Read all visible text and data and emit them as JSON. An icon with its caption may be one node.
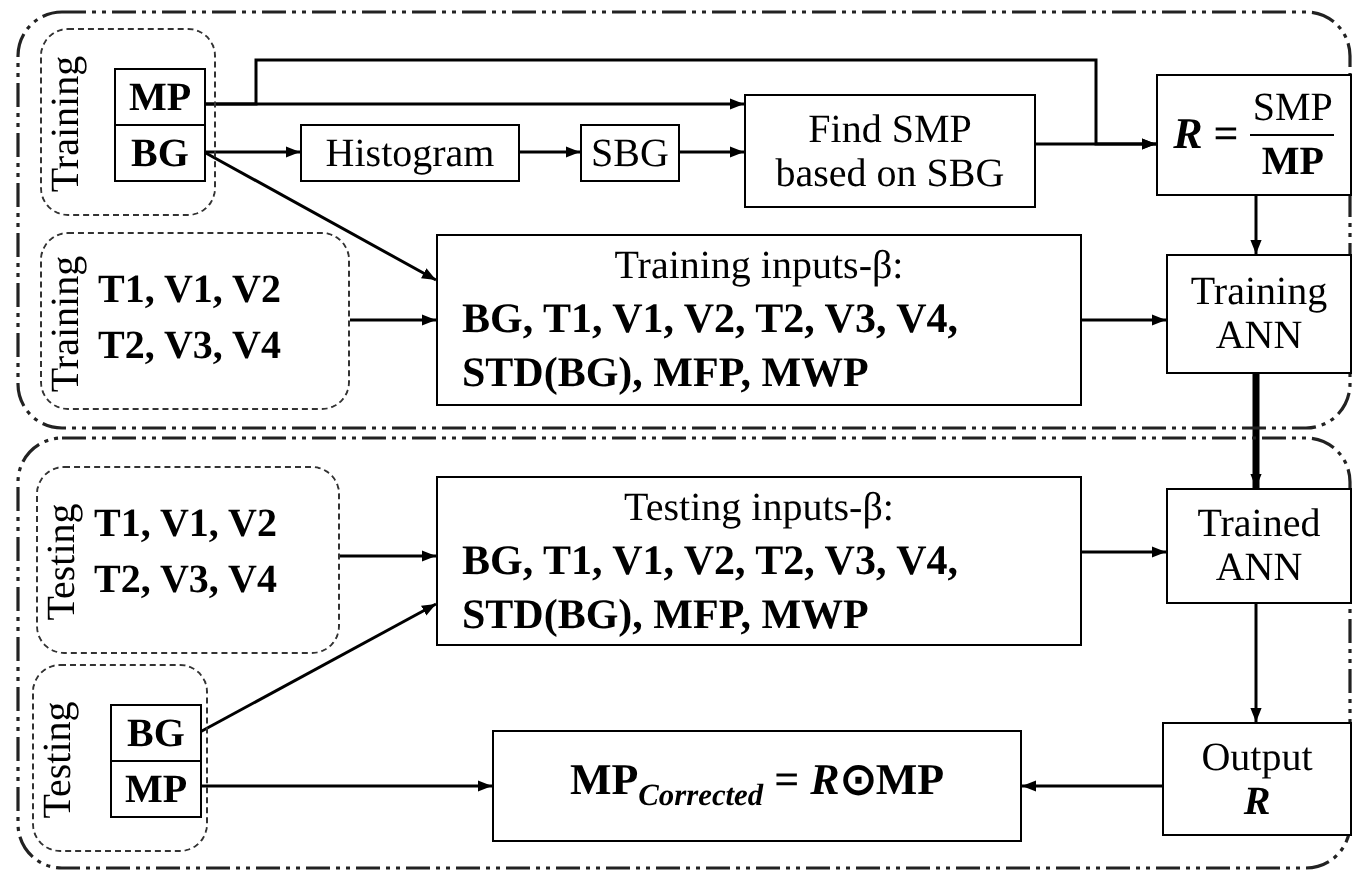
{
  "diagram": {
    "nodes": [
      {
        "text": [],
        "shape": "box"
      },
      {
        "text": [
          "Training"
        ],
        "in": 0
      },
      {
        "text": [
          "MP"
        ],
        "in": 1
      },
      {
        "text": [
          "BG"
        ],
        "in": 1
      },
      {
        "text": [
          "Histogram"
        ],
        "in": 0
      },
      {
        "text": [
          "SBG"
        ],
        "in": 0
      },
      {
        "text": [
          "Find SMP based on SBG"
        ],
        "in": 0
      },
      {
        "text": [
          "*R* =",
          "SMP",
          "MP"
        ],
        "in": 0
      },
      {
        "text": [
          "Training",
          "T1, V1, V2 T2, V3, V4"
        ],
        "in": 0
      },
      {
        "text": [
          "Training inputs-β:",
          "BG, T1, V1, V2, T2, V3, V4, STD(BG), MFP, MWP"
        ],
        "in": 0
      },
      {
        "text": [
          "Training ANN"
        ],
        "in": 0
      },
      {
        "text": [],
        "shape": "box"
      },
      {
        "text": [
          "Testing",
          "T1, V1, V2 T2, V3, V4"
        ],
        "in": 11
      },
      {
        "text": [
          "Testing inputs-β:",
          "BG, T1, V1, V2, T2, V3, V4, STD(BG), MFP, MWP"
        ],
        "in": 11
      },
      {
        "text": [
          "Trained ANN"
        ],
        "in": 11
      },
      {
        "text": [
          "Testing"
        ],
        "in": 11
      },
      {
        "text": [
          "BG"
        ],
        "in": 15
      },
      {
        "text": [
          "MP"
        ],
        "in": 15
      },
      {
        "text": [
          "MP$_{Corrected}$ = *R*⊙MP"
        ],
        "in": 11
      },
      {
        "text": [
          "Output",
          "R"
        ],
        "in": 11
      }
    ],
    "edges": [
      {
        "from": 2,
        "to": 6,
        "arrow": "to"
      },
      {
        "from": 2,
        "to": 7,
        "arrow": "to"
      },
      {
        "from": 5,
        "to": 6,
        "arrow": "to"
      },
      {
        "from": 6,
        "to": 7,
        "arrow": "to"
      },
      {
        "from": 3,
        "to": 4,
        "arrow": "to"
      },
      {
        "from": 4,
        "to": 5,
        "arrow": "to"
      },
      {
        "from": 3,
        "to": 9,
        "arrow": "to"
      },
      {
        "from": 8,
        "to": 9,
        "arrow": "to"
      },
      {
        "from": 9,
        "to": 10,
        "arrow": "to"
      },
      {
        "from": 7,
        "to": 10,
        "arrow": "to"
      },
      {
        "from": 10,
        "to": 14,
        "arrow": "to",
        "style": "thick"
      },
      {
        "from": 12,
        "to": 13,
        "arrow": "to"
      },
      {
        "from": 16,
        "to": 13,
        "arrow": "to"
      },
      {
        "from": 13,
        "to": 14,
        "arrow": "to"
      },
      {
        "from": 14,
        "to": 19,
        "arrow": "to"
      },
      {
        "from": 19,
        "to": 18,
        "arrow": "to"
      },
      {
        "from": 17,
        "to": 18,
        "arrow": "to"
      }
    ]
  }
}
